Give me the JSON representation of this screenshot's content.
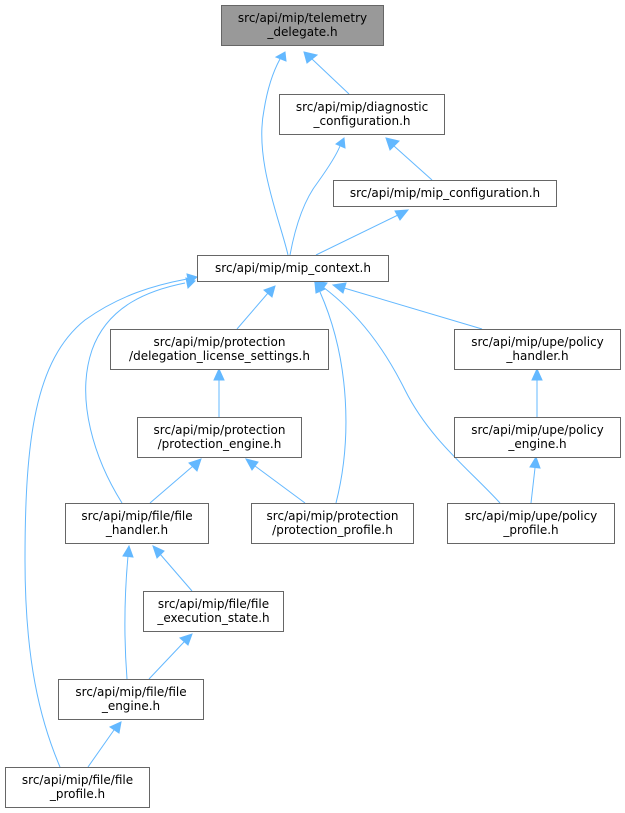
{
  "nodes": [
    {
      "id": "telemetry_delegate",
      "lines": [
        "src/api/mip/telemetry",
        "_delegate.h"
      ],
      "highlight": true
    },
    {
      "id": "diagnostic_configuration",
      "lines": [
        "src/api/mip/diagnostic",
        "_configuration.h"
      ]
    },
    {
      "id": "mip_configuration",
      "lines": [
        "src/api/mip/mip_configuration.h"
      ]
    },
    {
      "id": "mip_context",
      "lines": [
        "src/api/mip/mip_context.h"
      ]
    },
    {
      "id": "delegation_license_settings",
      "lines": [
        "src/api/mip/protection",
        "/delegation_license_settings.h"
      ]
    },
    {
      "id": "policy_handler",
      "lines": [
        "src/api/mip/upe/policy",
        "_handler.h"
      ]
    },
    {
      "id": "protection_engine",
      "lines": [
        "src/api/mip/protection",
        "/protection_engine.h"
      ]
    },
    {
      "id": "policy_engine",
      "lines": [
        "src/api/mip/upe/policy",
        "_engine.h"
      ]
    },
    {
      "id": "file_handler",
      "lines": [
        "src/api/mip/file/file",
        "_handler.h"
      ]
    },
    {
      "id": "protection_profile",
      "lines": [
        "src/api/mip/protection",
        "/protection_profile.h"
      ]
    },
    {
      "id": "policy_profile",
      "lines": [
        "src/api/mip/upe/policy",
        "_profile.h"
      ]
    },
    {
      "id": "file_execution_state",
      "lines": [
        "src/api/mip/file/file",
        "_execution_state.h"
      ]
    },
    {
      "id": "file_engine",
      "lines": [
        "src/api/mip/file/file",
        "_engine.h"
      ]
    },
    {
      "id": "file_profile",
      "lines": [
        "src/api/mip/file/file",
        "_profile.h"
      ]
    }
  ],
  "edges": [
    {
      "from": "diagnostic_configuration",
      "to": "telemetry_delegate"
    },
    {
      "from": "mip_context",
      "to": "telemetry_delegate"
    },
    {
      "from": "mip_configuration",
      "to": "diagnostic_configuration"
    },
    {
      "from": "mip_context",
      "to": "diagnostic_configuration"
    },
    {
      "from": "mip_context",
      "to": "mip_configuration"
    },
    {
      "from": "delegation_license_settings",
      "to": "mip_context"
    },
    {
      "from": "policy_handler",
      "to": "mip_context"
    },
    {
      "from": "file_handler",
      "to": "mip_context"
    },
    {
      "from": "protection_profile",
      "to": "mip_context"
    },
    {
      "from": "policy_profile",
      "to": "mip_context"
    },
    {
      "from": "file_profile",
      "to": "mip_context"
    },
    {
      "from": "protection_engine",
      "to": "delegation_license_settings"
    },
    {
      "from": "policy_engine",
      "to": "policy_handler"
    },
    {
      "from": "file_handler",
      "to": "protection_engine"
    },
    {
      "from": "protection_profile",
      "to": "protection_engine"
    },
    {
      "from": "policy_profile",
      "to": "policy_engine"
    },
    {
      "from": "file_execution_state",
      "to": "file_handler"
    },
    {
      "from": "file_engine",
      "to": "file_handler"
    },
    {
      "from": "file_engine",
      "to": "file_execution_state"
    },
    {
      "from": "file_profile",
      "to": "file_engine"
    }
  ],
  "colors": {
    "edge": "#63b8ff",
    "root_fill": "#999999",
    "box_stroke": "#666666"
  }
}
